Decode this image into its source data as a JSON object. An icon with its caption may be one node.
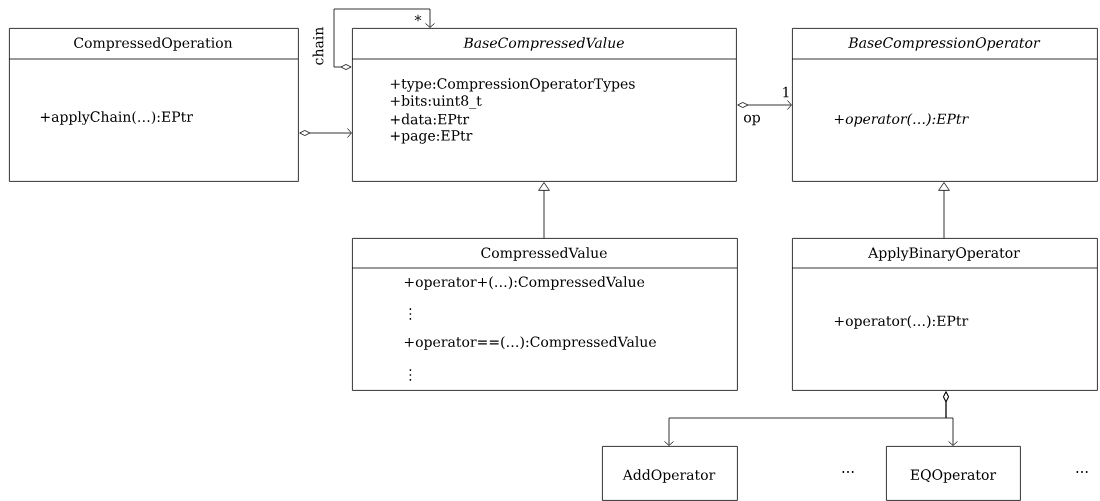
{
  "diagram": {
    "nodes": [
      {
        "text": [
          "CompressedOperation",
          "+applyChain(…):EPtr"
        ]
      },
      {
        "text": [
          "BaseCompressedValue",
          "+type:CompressionOperatorTypes",
          "+bits:uint8_t",
          "+data:EPtr",
          "+page:EPtr"
        ]
      },
      {
        "text": [
          "BaseCompressionOperator",
          "+operator(…):EPtr"
        ]
      },
      {
        "text": [
          "CompressedValue",
          "+operator+(…):CompressedValue",
          "⋮",
          "+operator==(…):CompressedValue",
          "⋮"
        ]
      },
      {
        "text": [
          "ApplyBinaryOperator",
          "+operator(…):EPtr"
        ]
      },
      {
        "text": [
          "AddOperator"
        ]
      },
      {
        "text": [
          "EQOperator"
        ]
      }
    ],
    "edges": [
      {
        "from": 0,
        "to": 1,
        "arrow": "to"
      },
      {
        "from": 1,
        "to": 1,
        "arrow": "to",
        "label": "chain"
      },
      {
        "from": 1,
        "to": 2,
        "arrow": "to",
        "label": "op"
      },
      {
        "from": 3,
        "to": 1,
        "arrow": "to"
      },
      {
        "from": 4,
        "to": 2,
        "arrow": "to"
      },
      {
        "from": 4,
        "to": 5,
        "arrow": "to"
      },
      {
        "from": 4,
        "to": 6,
        "arrow": "to"
      }
    ],
    "labels": [
      "*",
      "1",
      "…",
      "…"
    ]
  }
}
